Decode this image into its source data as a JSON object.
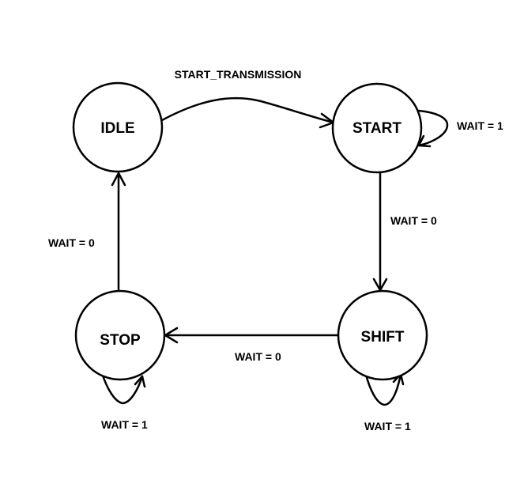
{
  "states": {
    "idle": "IDLE",
    "start": "START",
    "shift": "SHIFT",
    "stop": "STOP"
  },
  "transitions": {
    "idle_to_start": "START_TRANSMISSION",
    "start_self": "WAIT = 1",
    "start_to_shift": "WAIT = 0",
    "shift_to_stop": "WAIT = 0",
    "shift_self": "WAIT = 1",
    "stop_self": "WAIT = 1",
    "stop_to_idle": "WAIT = 0"
  }
}
